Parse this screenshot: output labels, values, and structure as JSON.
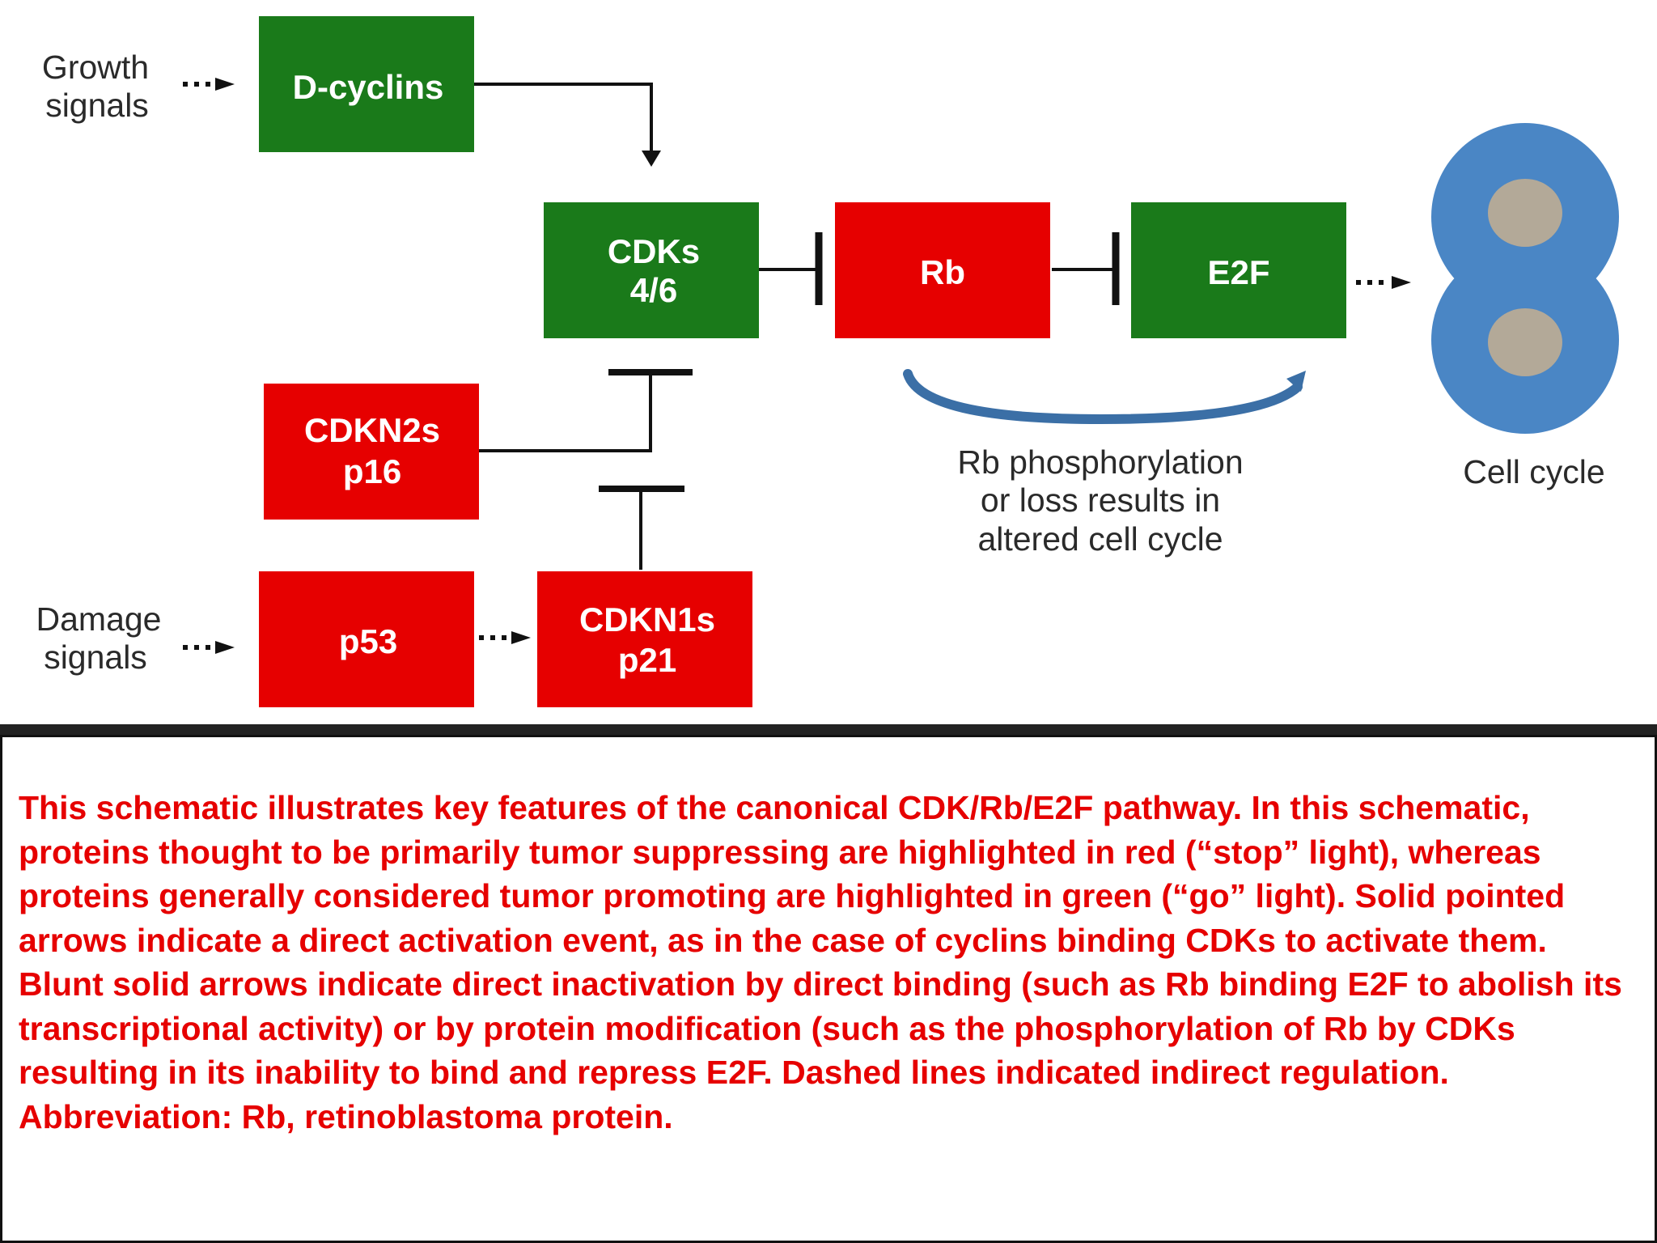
{
  "colors": {
    "promoting_green": "#1a7a1a",
    "suppressing_red": "#e60000",
    "cell_blue": "#4a86c5",
    "nucleus_tan": "#b3a998",
    "caption_red": "#e60000"
  },
  "diagram": {
    "inputs": {
      "growth_line1": "Growth",
      "growth_line2": "signals",
      "damage_line1": "Damage",
      "damage_line2": "signals"
    },
    "nodes": {
      "d_cyclins": "D-cyclins",
      "cdks_line1": "CDKs",
      "cdks_line2": "4/6",
      "rb": "Rb",
      "e2f": "E2F",
      "cdkn2s_line1": "CDKN2s",
      "cdkn2s_line2": "p16",
      "p53": "p53",
      "cdkn1s_line1": "CDKN1s",
      "cdkn1s_line2": "p21"
    },
    "phospho_note": {
      "line1": "Rb phosphorylation",
      "line2": "or loss results in",
      "line3": "altered cell cycle"
    },
    "cell_cycle_label": "Cell cycle"
  },
  "caption": {
    "text": "This schematic illustrates key features of the canonical CDK/Rb/E2F pathway. In this schematic, proteins thought to be primarily tumor suppressing are highlighted in red (“stop” light), whereas proteins generally considered tumor promoting are highlighted in green (“go” light). Solid pointed arrows indicate a direct activation event, as in the case of cyclins binding CDKs to activate them. Blunt solid arrows indicate direct inactivation by direct binding (such as Rb binding E2F to abolish its transcriptional activity) or by protein modification (such as the phosphorylation of Rb by CDKs resulting in its inability to bind and repress E2F. Dashed lines indicated indirect regulation.\nAbbreviation: Rb, retinoblastoma protein."
  }
}
